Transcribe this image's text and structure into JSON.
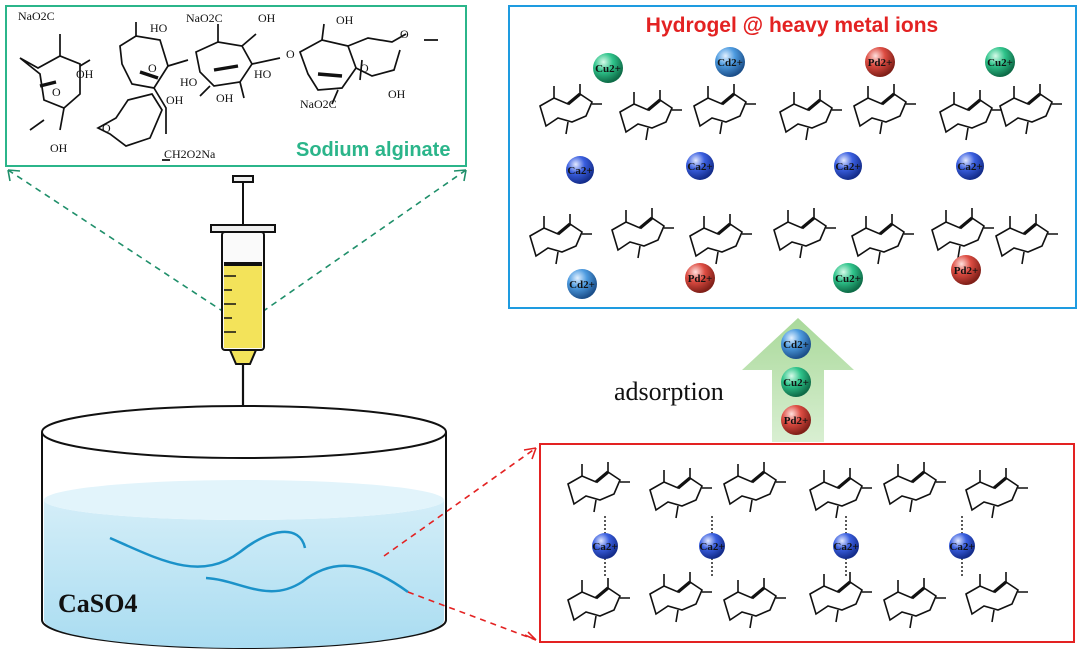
{
  "alginate_panel": {
    "title": "Sodium alginate",
    "labels": [
      "NaO2C",
      "OH",
      "O",
      "OH",
      "HO",
      "O",
      "O",
      "OH",
      "CH2O2Na",
      "OH",
      "NaO2C",
      "OH",
      "HO",
      "HO",
      "O",
      "O",
      "OH",
      "NaO2C",
      "OH",
      "O"
    ]
  },
  "hydrogel_panel": {
    "title": "Hydrogel @ heavy metal ions",
    "top_ions": [
      "Cu2+",
      "Cd2+",
      "Pd2+",
      "Cu2+"
    ],
    "ca_ions": [
      "Ca2+",
      "Ca2+",
      "Ca2+",
      "Ca2+"
    ],
    "bottom_ions": [
      "Cd2+",
      "Pd2+",
      "Cu2+",
      "Pd2+"
    ]
  },
  "adsorption": {
    "label": "adsorption",
    "ions": [
      "Cd2+",
      "Cu2+",
      "Pd2+"
    ]
  },
  "crosslink_panel": {
    "ca_ions": [
      "Ca2+",
      "Ca2+",
      "Ca2+",
      "Ca2+"
    ]
  },
  "bath": {
    "label": "CaSO4"
  },
  "colors": {
    "green_frame": "#2bb58a",
    "blue_frame": "#1e9be0",
    "red_frame": "#e32222",
    "cu": "#1fae7a",
    "cd": "#3f8fd6",
    "pd": "#d9463d",
    "ca": "#2f55d4",
    "solution": "#bfe6f5",
    "syringe_fill": "#f3e35a"
  }
}
